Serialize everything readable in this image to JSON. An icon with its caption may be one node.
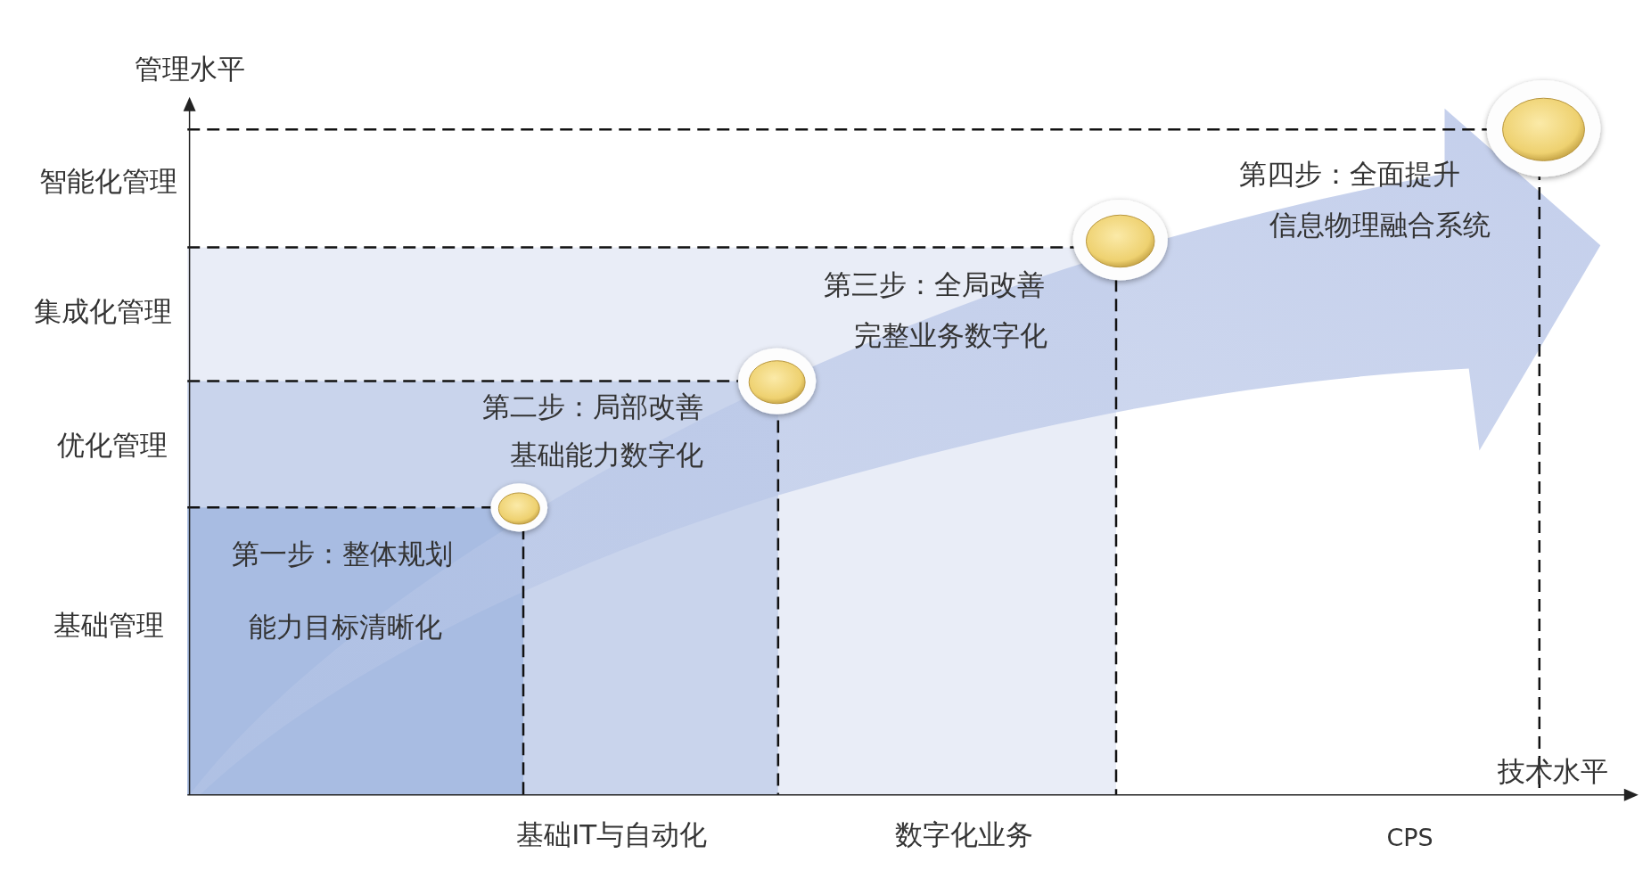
{
  "diagram": {
    "labels": [
      "管理水平",
      "智能化管理",
      "第四步：全面提升",
      "信息物理融合系统",
      "集成化管理",
      "第三步：全局改善",
      "完整业务数字化",
      "第二步：局部改善",
      "优化管理",
      "基础能力数字化",
      "第一步：整体规划",
      "基础管理",
      "能力目标清晰化",
      "技术水平",
      "基础IT与自动化",
      "数字化业务",
      "CPS"
    ]
  }
}
